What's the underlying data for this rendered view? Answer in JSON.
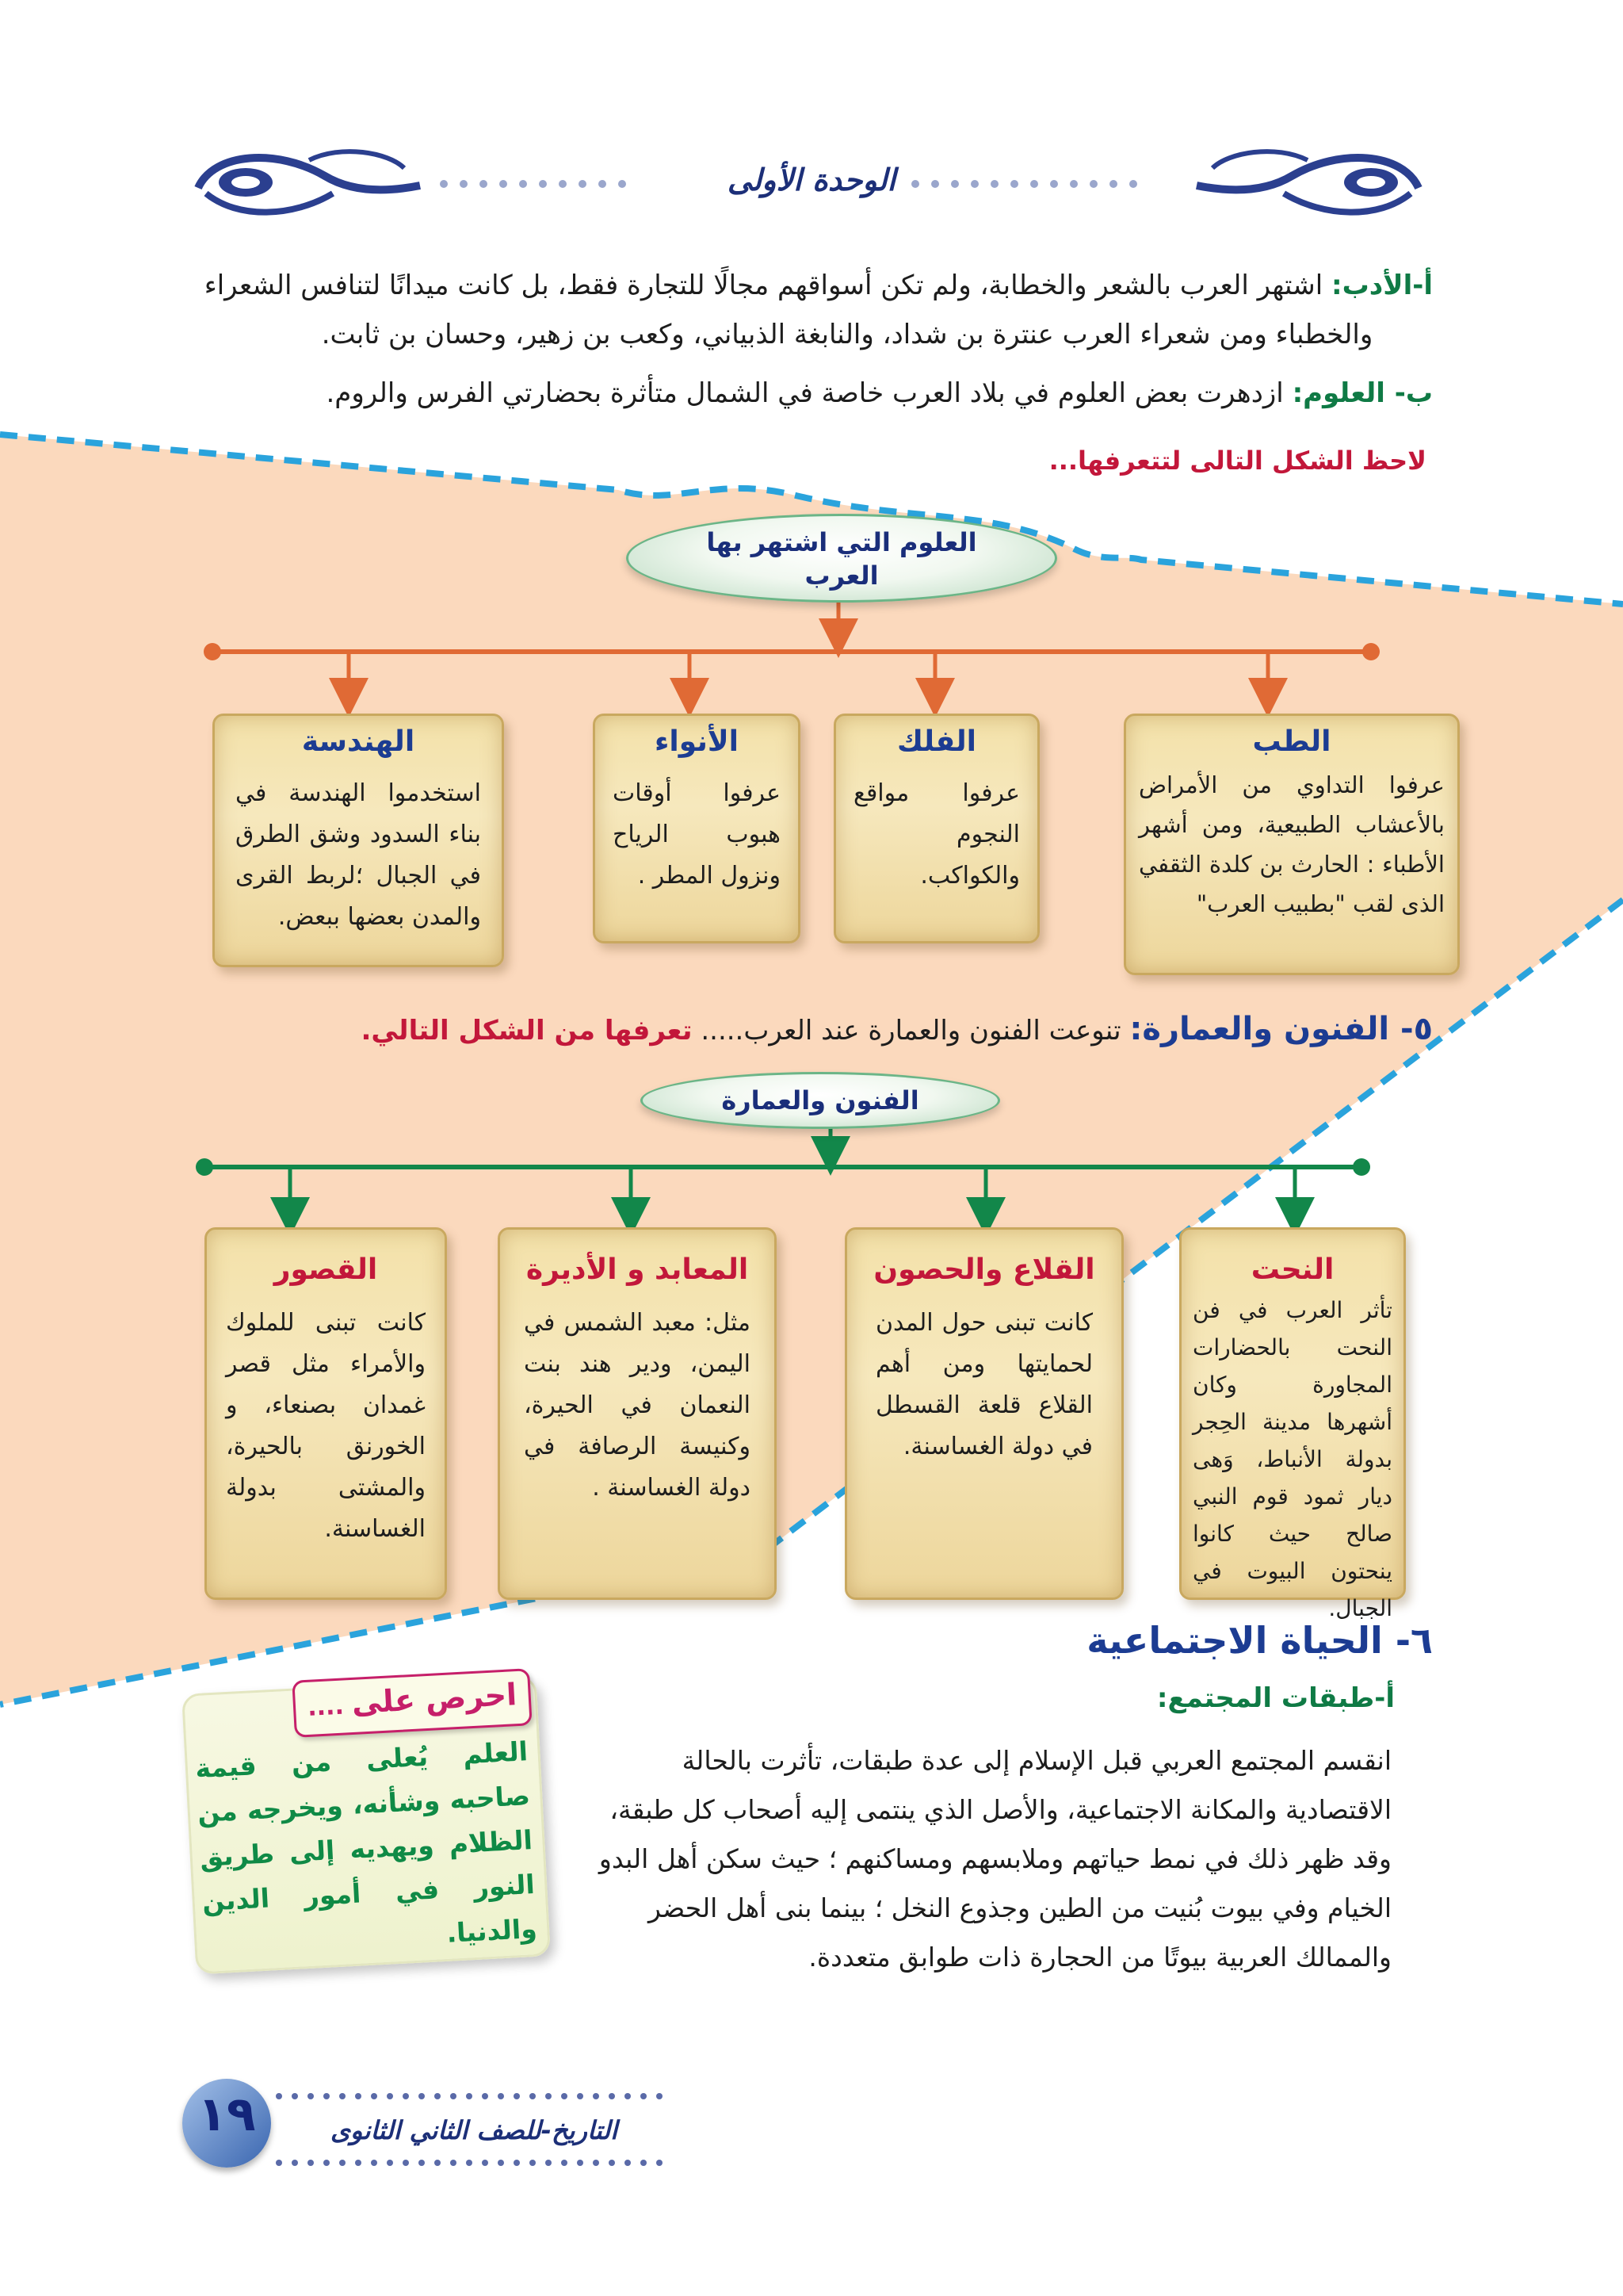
{
  "header": {
    "unit_title": "الوحدة الأولى"
  },
  "literature": {
    "label": "أ-الأدب:",
    "text1": " اشتهر العرب بالشعر والخطابة، ولم تكن أسواقهم مجالًا للتجارة فقط، بل كانت ميدانًا لتنافس الشعراء",
    "text2": "والخطباء ومن شعراء العرب عنترة بن شداد، والنابغة الذبياني، وكعب بن زهير، وحسان بن ثابت."
  },
  "sciences": {
    "label": "ب- العلوم:",
    "text": " ازدهرت بعض العلوم في بلاد العرب خاصة في الشمال متأثرة بحضارتي الفرس والروم."
  },
  "observe_prompt": "لاحظ الشكل التالى لتتعرفها...",
  "diagram1": {
    "root_line1": "العلوم التي اشتهر بها",
    "root_line2": "العرب",
    "cards": [
      {
        "title": "الطب",
        "text": "عرفوا التداوي من الأمراض بالأعشاب الطبيعية، ومن أشهر الأطباء : الحارث بن كلدة الثقفي الذى لقب \"بطبيب العرب\""
      },
      {
        "title": "الفلك",
        "text": "عرفوا مواقع النجوم والكواكب."
      },
      {
        "title": "الأنواء",
        "text": "عرفوا أوقات هبوب الرياح ونزول المطر ."
      },
      {
        "title": "الهندسة",
        "text": "استخدموا الهندسة في بناء السدود وشق الطرق في الجبال ؛لربط القرى والمدن بعضها ببعض."
      }
    ]
  },
  "arts_section": {
    "label": "٥- الفنون والعمارة:",
    "text": " تنوعت الفنون والعمارة عند العرب..... ",
    "cta": "تعرفها من الشكل التالي."
  },
  "diagram2": {
    "root": "الفنون والعمارة",
    "cards": [
      {
        "title": "النحت",
        "text": "تأثر العرب في فن النحت بالحضارات المجاورة وكان أشهرها مدينة الحِجر بدولة الأنباط، وَهى ديار ثمود قوم النبي صالح حيث كانوا ينحتون البيوت في الجبال."
      },
      {
        "title": "القلاع والحصون",
        "text": "كانت تبنى حول المدن لحمايتها ومن أهم القلاع قلعة القسطل في دولة الغساسنة."
      },
      {
        "title": "المعابد و الأديرة",
        "text": "مثل: معبد الشمس في اليمن، ودير هند بنت النعمان في الحيرة، وكنيسة الرصافة في دولة الغساسنة ."
      },
      {
        "title": "القصور",
        "text": "كانت تبنى للملوك والأمراء مثل قصر غمدان بصنعاء، و الخورنق بالحيرة، والمشتى بدولة الغساسنة."
      }
    ]
  },
  "social": {
    "title": "٦- الحياة الاجتماعية",
    "subtitle": "أ-طبقات المجتمع:",
    "lines": [
      "انقسم المجتمع العربي قبل الإسلام إلى عدة طبقات، تأثرت بالحالة",
      "الاقتصادية والمكانة الاجتماعية، والأصل الذي ينتمى إليه أصحاب كل طبقة،",
      "وقد ظهر ذلك في نمط حياتهم وملابسهم ومساكنهم ؛ حيث سكن أهل البدو",
      "الخيام وفي بيوت بُنيت من الطين وجذوع النخل ؛ بينما بنى أهل الحضر",
      "والممالك العربية بيوتًا من الحجارة ذات طوابق متعددة."
    ]
  },
  "note": {
    "heading": "احرص على",
    "dots": " ....",
    "text": "العلم يُعلى من قيمة صاحبه وشأنه، ويخرجه من الظلام ويهديه إلى طريق النور في أمور الدين والدنيا."
  },
  "footer": {
    "page_number": "١٩",
    "book_title": "التاريخ-للصف الثاني الثانوى"
  },
  "colors": {
    "peach": "#fbd9bd",
    "dashed_blue": "#2aa3dc",
    "orange_connector": "#e06a35",
    "green_connector": "#12874a",
    "title_blue": "#1c3c92",
    "title_red": "#c2173a"
  }
}
